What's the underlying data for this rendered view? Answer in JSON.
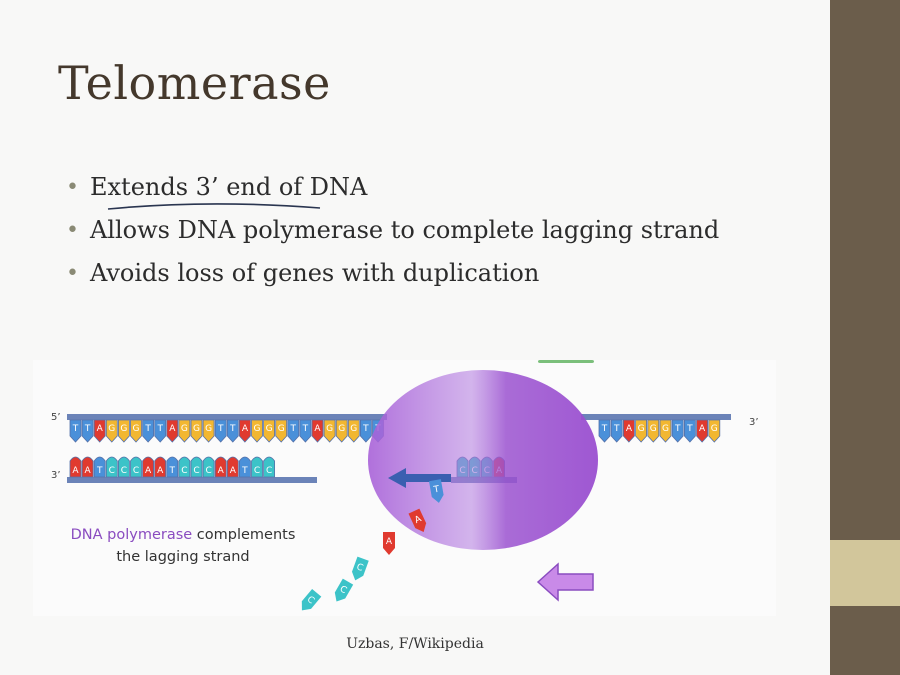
{
  "slide": {
    "title": "Telomerase",
    "bullets": [
      "Extends 3’ end of DNA",
      "Allows DNA polymerase to complete lagging strand",
      "Avoids loss of genes with duplication"
    ],
    "credit": "Uzbas, F/Wikipedia"
  },
  "figure": {
    "caption_highlight": "DNA polymerase",
    "caption_rest": " complements",
    "caption_line2": "the lagging strand",
    "top_strand_5prime": "5’",
    "top_strand_3prime": "3’",
    "bottom_strand_3prime": "3’",
    "top_strand_left": "TTAGGGTTAGGGTTAGGGTTAGGGTTAGGG",
    "top_strand_right": "TTAGGGTTAG",
    "bottom_strand_left": "AATCCCAATCCCAATCC",
    "bottom_strand_mid": "CCCA",
    "free_nucleotides": [
      "T",
      "A",
      "A",
      "C",
      "C",
      "C"
    ]
  },
  "colors": {
    "T": "#4a90d9",
    "A": "#e03a2f",
    "G": "#f2b731",
    "C": "#3cc3c8",
    "polymerase": "#9b59d0",
    "accent": "#8a4cc0",
    "sidebar": "#6b5d4b",
    "sidebar_band": "#d2c69b"
  }
}
